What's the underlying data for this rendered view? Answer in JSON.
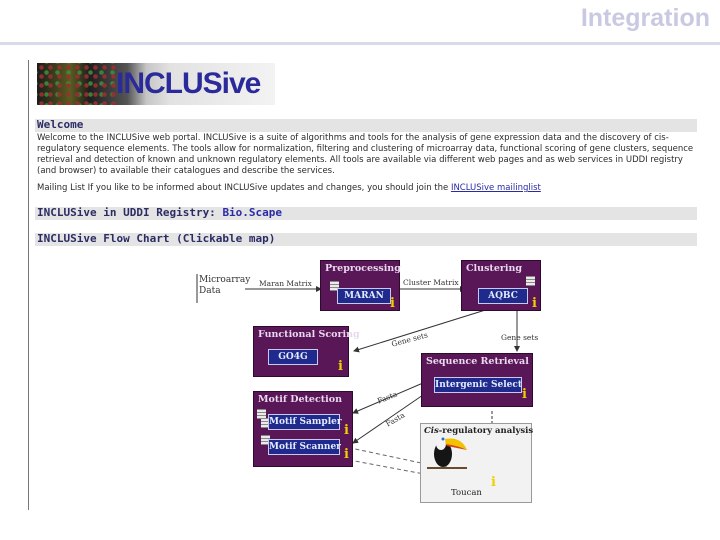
{
  "slide_title": "Integration",
  "logo": {
    "text": "INCLUSive"
  },
  "welcome": {
    "heading": "Welcome",
    "paragraph": "Welcome to the INCLUSive web portal. INCLUSive is a suite of algorithms and tools for the analysis of gene expression data and the discovery of cis-regulatory sequence elements. The tools allow for normalization, filtering and clustering of microarray data, functional scoring of gene clusters, sequence retrieval and detection of known and unknown regulatory elements. All tools are available via different web pages and as web services in UDDI registry (and browser) to available their catalogues and describe the services.",
    "mailing_prefix": "Mailing List If you like to be informed about INCLUSive updates and changes, you should join the",
    "mailing_link": "INCLUSive mailinglist"
  },
  "uddi": {
    "label": "INCLUSive in UDDI Registry:",
    "link": "Bio.Scape"
  },
  "flowchart": {
    "heading": "INCLUSive Flow Chart (Clickable map)",
    "input_label": "Microarray Data",
    "edges": {
      "maran_matrix": "Maran Matrix",
      "cluster_matrix": "Cluster Matrix",
      "gene_sets_1": "Gene sets",
      "gene_sets_2": "Gene sets",
      "fasta_1": "Fasta",
      "fasta_2": "Fasta"
    },
    "preprocessing": {
      "title": "Preprocessing",
      "tool": "MARAN"
    },
    "clustering": {
      "title": "Clustering",
      "tool": "AQBC"
    },
    "functional": {
      "title": "Functional Scoring",
      "tool": "GO4G"
    },
    "retrieval": {
      "title": "Sequence Retrieval",
      "tool": "Intergenic Select"
    },
    "motif": {
      "title": "Motif Detection",
      "tool1": "Motif Sampler",
      "tool2": "Motif Scanner"
    },
    "cis": {
      "title_italic": "Cis",
      "title_rest": "-regulatory analysis",
      "tool": "Toucan"
    },
    "info_glyph": "i",
    "colors": {
      "node_bg": "#5a1758",
      "button_bg": "#1f2a8c",
      "info": "#f0d000"
    }
  }
}
